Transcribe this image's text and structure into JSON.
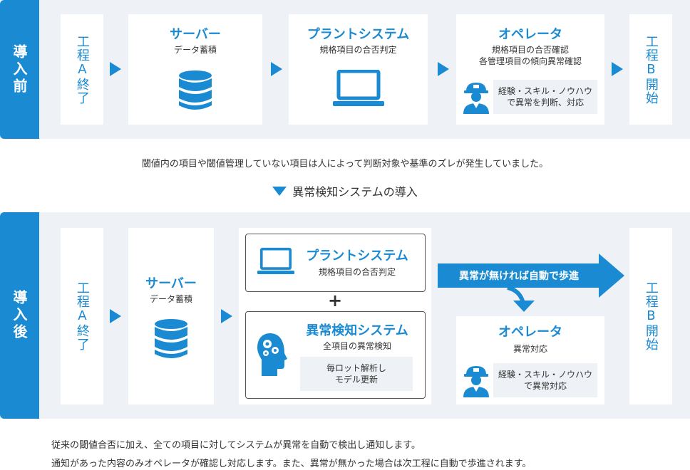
{
  "colors": {
    "accent": "#1a8ad3",
    "panel": "#eef1f5"
  },
  "before": {
    "label": "導入前",
    "step_a": "工程A終了",
    "server": {
      "title": "サーバー",
      "sub": "データ蓄積",
      "icon": "database-icon"
    },
    "plant": {
      "title": "プラントシステム",
      "sub": "規格項目の合否判定",
      "icon": "laptop-icon"
    },
    "operator": {
      "title": "オペレータ",
      "sub1": "規格項目の合否確認",
      "sub2": "各管理項目の傾向異常確認",
      "note1": "経験・スキル・ノウハウ",
      "note2": "で異常を判断、対応",
      "icon": "worker-icon"
    },
    "step_b": "工程B開始"
  },
  "middle": {
    "caption": "閾値内の項目や閾値管理していない項目は人によって判断対象や基準のズレが発生していました。",
    "intro": "異常検知システムの導入"
  },
  "after": {
    "label": "導入後",
    "step_a": "工程A終了",
    "server": {
      "title": "サーバー",
      "sub": "データ蓄積",
      "icon": "database-icon"
    },
    "plant": {
      "title": "プラントシステム",
      "sub": "規格項目の合否判定",
      "icon": "laptop-icon"
    },
    "plus": "+",
    "anomaly": {
      "title": "異常検知システム",
      "sub": "全項目の異常検知",
      "note1": "毎ロット解析し",
      "note2": "モデル更新",
      "icon": "ai-head-gears-icon"
    },
    "auto": "異常が無ければ自動で歩進",
    "operator": {
      "title": "オペレータ",
      "sub": "異常対応",
      "note1": "経験・スキル・ノウハウ",
      "note2": "で異常対応",
      "icon": "worker-icon"
    },
    "step_b": "工程B開始"
  },
  "footer": {
    "line1": "従来の閾値合否に加え、全ての項目に対してシステムが異常を自動で検出し通知します。",
    "line2": "通知があった内容のみオペレータが確認し対応します。また、異常が無かった場合は次工程に自動で歩進されます。"
  }
}
